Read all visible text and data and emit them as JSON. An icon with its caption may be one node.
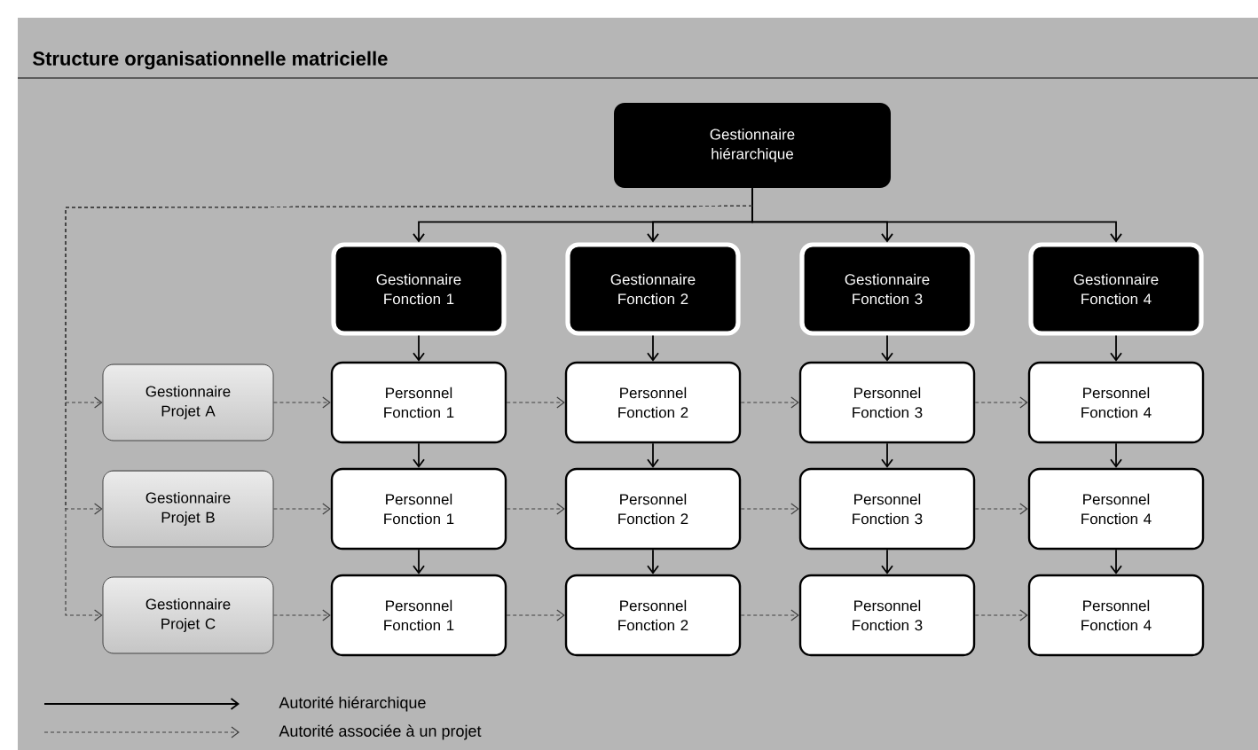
{
  "diagram": {
    "title": "Structure organisationnelle matricielle",
    "nodes": [
      {
        "text": [
          "Gestionnaire hiérarchique"
        ]
      },
      {
        "text": [
          "Gestionnaire Fonction 1"
        ]
      },
      {
        "text": [
          "Gestionnaire Fonction 2"
        ]
      },
      {
        "text": [
          "Gestionnaire Fonction 3"
        ]
      },
      {
        "text": [
          "Gestionnaire Fonction 4"
        ]
      },
      {
        "text": [
          "Gestionnaire Projet A"
        ]
      },
      {
        "text": [
          "Personnel Fonction 1"
        ]
      },
      {
        "text": [
          "Personnel Fonction 2"
        ]
      },
      {
        "text": [
          "Personnel Fonction 3"
        ]
      },
      {
        "text": [
          "Personnel Fonction 4"
        ]
      },
      {
        "text": [
          "Gestionnaire Projet B"
        ]
      },
      {
        "text": [
          "Personnel Fonction 1"
        ]
      },
      {
        "text": [
          "Personnel Fonction 2"
        ]
      },
      {
        "text": [
          "Personnel Fonction 3"
        ]
      },
      {
        "text": [
          "Personnel Fonction 4"
        ]
      },
      {
        "text": [
          "Gestionnaire Projet C"
        ]
      },
      {
        "text": [
          "Personnel Fonction 1"
        ]
      },
      {
        "text": [
          "Personnel Fonction 2"
        ]
      },
      {
        "text": [
          "Personnel Fonction 3"
        ]
      },
      {
        "text": [
          "Personnel Fonction 4"
        ]
      }
    ],
    "edges": [
      {
        "from": 0,
        "to": 1,
        "arrow": "to"
      },
      {
        "from": 0,
        "to": 2,
        "arrow": "to"
      },
      {
        "from": 0,
        "to": 3,
        "arrow": "to"
      },
      {
        "from": 0,
        "to": 4,
        "arrow": "to"
      },
      {
        "from": 0,
        "to": 5,
        "arrow": "to",
        "style": "dashed"
      },
      {
        "from": 0,
        "to": 10,
        "arrow": "to",
        "style": "dashed"
      },
      {
        "from": 0,
        "to": 15,
        "arrow": "to",
        "style": "dashed"
      },
      {
        "from": 1,
        "to": 6,
        "arrow": "to"
      },
      {
        "from": 2,
        "to": 7,
        "arrow": "to"
      },
      {
        "from": 3,
        "to": 8,
        "arrow": "to"
      },
      {
        "from": 4,
        "to": 9,
        "arrow": "to"
      },
      {
        "from": 6,
        "to": 11,
        "arrow": "to"
      },
      {
        "from": 7,
        "to": 12,
        "arrow": "to"
      },
      {
        "from": 8,
        "to": 13,
        "arrow": "to"
      },
      {
        "from": 9,
        "to": 14,
        "arrow": "to"
      },
      {
        "from": 11,
        "to": 16,
        "arrow": "to"
      },
      {
        "from": 12,
        "to": 17,
        "arrow": "to"
      },
      {
        "from": 13,
        "to": 18,
        "arrow": "to"
      },
      {
        "from": 14,
        "to": 19,
        "arrow": "to"
      },
      {
        "from": 5,
        "to": 6,
        "arrow": "to",
        "style": "dashed"
      },
      {
        "from": 6,
        "to": 7,
        "arrow": "to",
        "style": "dashed"
      },
      {
        "from": 7,
        "to": 8,
        "arrow": "to",
        "style": "dashed"
      },
      {
        "from": 8,
        "to": 9,
        "arrow": "to",
        "style": "dashed"
      },
      {
        "from": 10,
        "to": 11,
        "arrow": "to",
        "style": "dashed"
      },
      {
        "from": 11,
        "to": 12,
        "arrow": "to",
        "style": "dashed"
      },
      {
        "from": 12,
        "to": 13,
        "arrow": "to",
        "style": "dashed"
      },
      {
        "from": 13,
        "to": 14,
        "arrow": "to",
        "style": "dashed"
      },
      {
        "from": 15,
        "to": 16,
        "arrow": "to",
        "style": "dashed"
      },
      {
        "from": 16,
        "to": 17,
        "arrow": "to",
        "style": "dashed"
      },
      {
        "from": 17,
        "to": 18,
        "arrow": "to",
        "style": "dashed"
      },
      {
        "from": 18,
        "to": 19,
        "arrow": "to",
        "style": "dashed"
      }
    ],
    "legend": [
      {
        "text": "Autorité hiérarchique"
      },
      {
        "text": "Autorité associée à un projet"
      }
    ]
  }
}
